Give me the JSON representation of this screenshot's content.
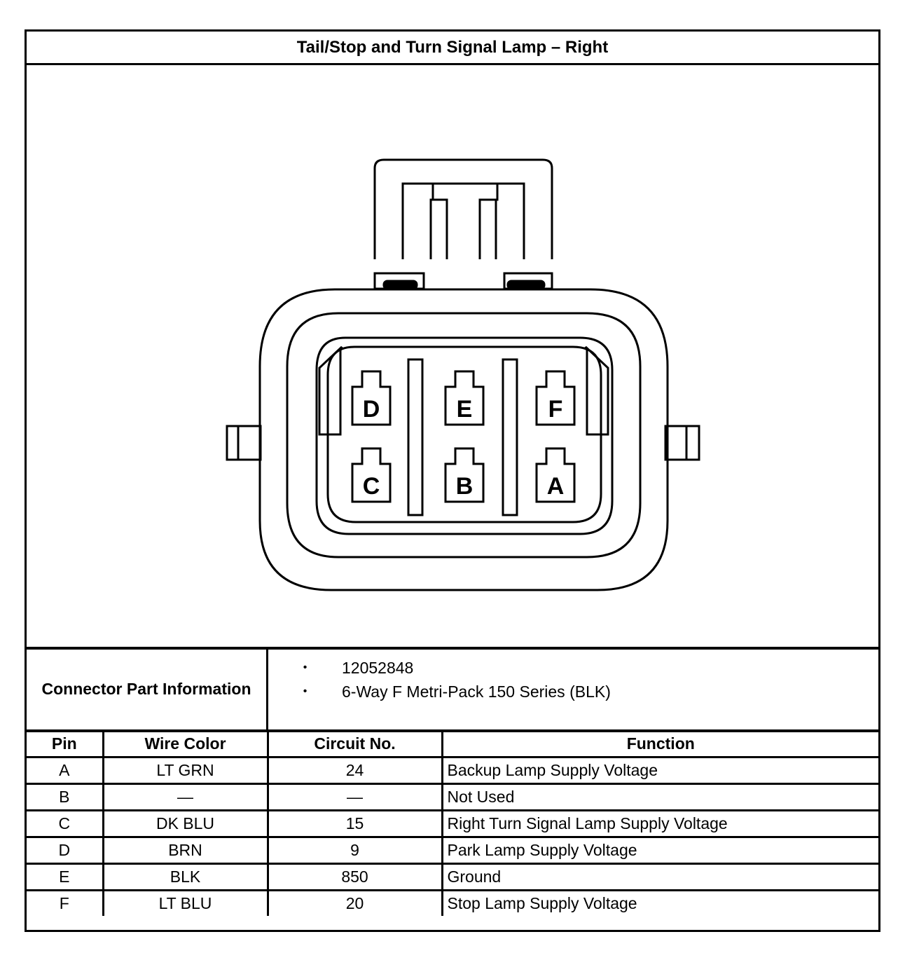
{
  "title": "Tail/Stop and Turn Signal Lamp – Right",
  "connector": {
    "pins_top": [
      "D",
      "E",
      "F"
    ],
    "pins_bottom": [
      "C",
      "B",
      "A"
    ]
  },
  "part_info": {
    "label": "Connector Part Information",
    "items": [
      "12052848",
      "6-Way F Metri-Pack 150 Series (BLK)"
    ],
    "bullet": "•"
  },
  "table": {
    "headers": [
      "Pin",
      "Wire Color",
      "Circuit No.",
      "Function"
    ],
    "rows": [
      {
        "pin": "A",
        "wire": "LT GRN",
        "circuit": "24",
        "function": "Backup Lamp Supply Voltage"
      },
      {
        "pin": "B",
        "wire": "—",
        "circuit": "—",
        "function": "Not Used"
      },
      {
        "pin": "C",
        "wire": "DK BLU",
        "circuit": "15",
        "function": "Right Turn Signal Lamp Supply Voltage"
      },
      {
        "pin": "D",
        "wire": "BRN",
        "circuit": "9",
        "function": "Park Lamp Supply Voltage"
      },
      {
        "pin": "E",
        "wire": "BLK",
        "circuit": "850",
        "function": "Ground"
      },
      {
        "pin": "F",
        "wire": "LT BLU",
        "circuit": "20",
        "function": "Stop Lamp Supply Voltage"
      }
    ]
  }
}
